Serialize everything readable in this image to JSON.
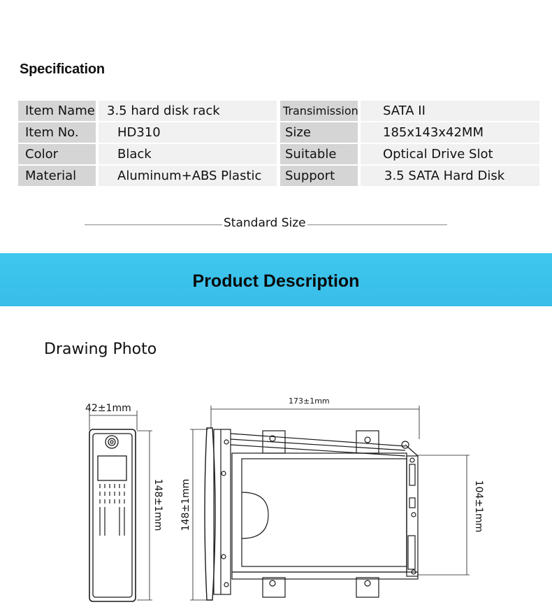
{
  "specification": {
    "heading": "Specification",
    "rows": [
      {
        "label1": "Item Name",
        "value1": "3.5 hard disk rack",
        "label2": "Transimission",
        "value2": "SATA II"
      },
      {
        "label1": "Item No.",
        "value1": "HD310",
        "label2": "Size",
        "value2": "185x143x42MM"
      },
      {
        "label1": "Color",
        "value1": "Black",
        "label2": "Suitable",
        "value2": "Optical Drive Slot"
      },
      {
        "label1": "Material",
        "value1": "Aluminum+ABS Plastic",
        "label2": "Support",
        "value2": "3.5 SATA Hard Disk"
      }
    ]
  },
  "standard_size": "Standard Size",
  "banner": {
    "title": "Product  Description",
    "color": "#3ec7ef"
  },
  "drawing": {
    "title": "Drawing Photo",
    "dim_front_width": "42±1mm",
    "dim_front_height": "148±1mm",
    "dim_side_length": "173±1mm",
    "dim_side_height": "148±1mm",
    "dim_side_inner": "104±1mm"
  }
}
